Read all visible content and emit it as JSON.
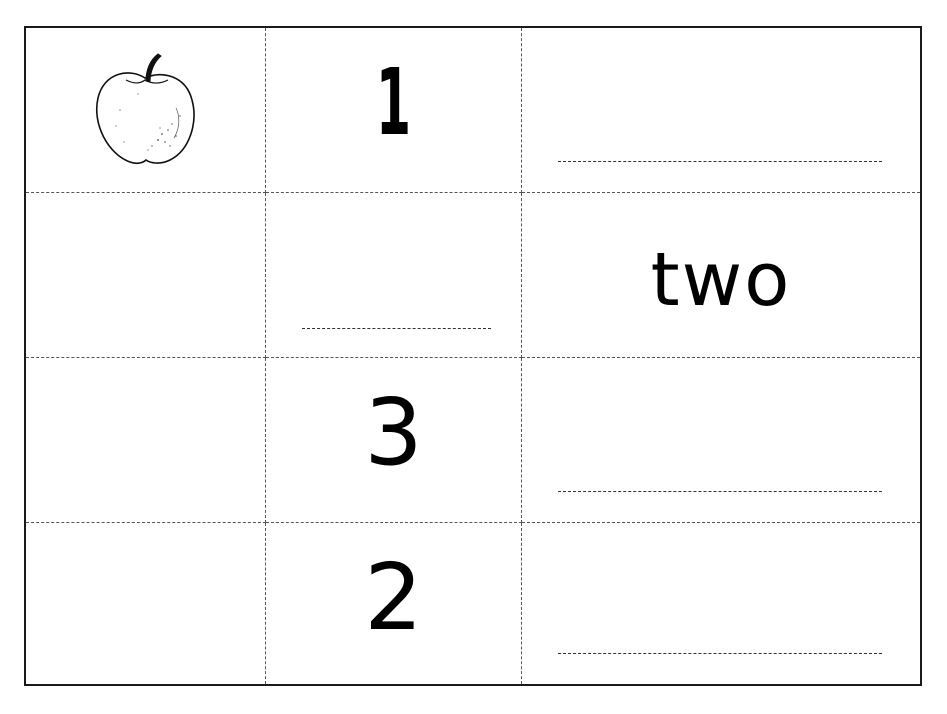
{
  "worksheet": {
    "rows": [
      {
        "picture": "apple",
        "numeral": "1",
        "word": ""
      },
      {
        "picture": "",
        "numeral": "",
        "word": "two"
      },
      {
        "picture": "",
        "numeral": "3",
        "word": ""
      },
      {
        "picture": "",
        "numeral": "2",
        "word": ""
      }
    ],
    "icons": {
      "row1_picture": "apple-icon"
    }
  }
}
